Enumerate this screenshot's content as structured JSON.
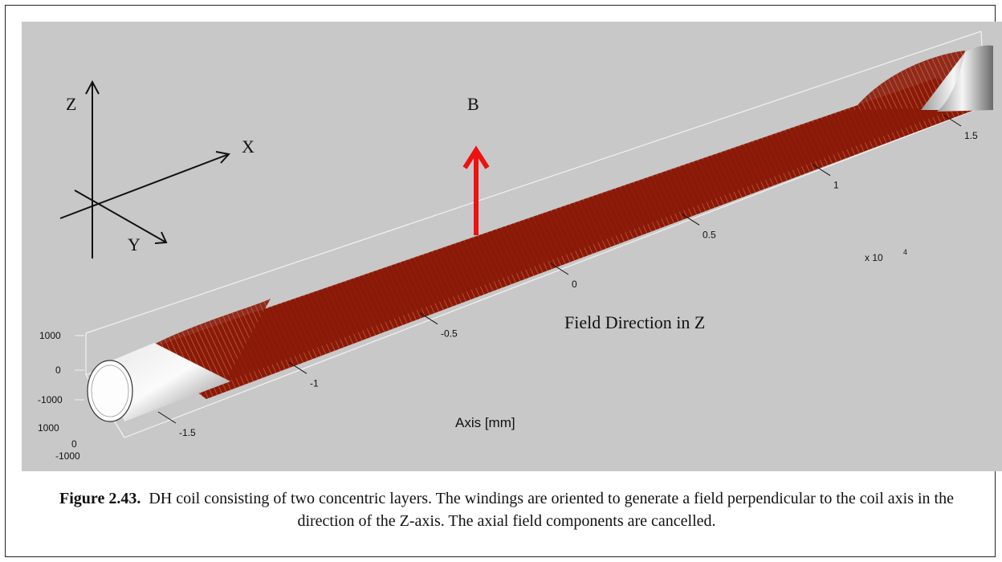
{
  "figure": {
    "label": "Figure 2.43.",
    "caption": "DH coil consisting of two concentric layers. The windings are oriented to generate a field perpendicular to the coil axis in the direction of the Z-axis. The axial field components are cancelled."
  },
  "coord_system": {
    "z": "Z",
    "x": "X",
    "y": "Y"
  },
  "field": {
    "label": "B",
    "direction_text": "Field Direction in Z",
    "arrow_color": "#ee1111"
  },
  "colors": {
    "coil": "#8a1a08",
    "winding": "#c85a3c",
    "tube_light": "#f4f4f4",
    "tube_dark": "#7a7a7a",
    "background": "#c8c8c8"
  },
  "chart_data": {
    "type": "3d-surface",
    "title": "",
    "xlabel": "Axis [mm]",
    "axis_multiplier": "x 10",
    "axis_multiplier_exp": "4",
    "axis_ticks": [
      {
        "value": -1.5,
        "label": "-1.5"
      },
      {
        "value": -1,
        "label": "-1"
      },
      {
        "value": -0.5,
        "label": "-0.5"
      },
      {
        "value": 0,
        "label": "0"
      },
      {
        "value": 0.5,
        "label": "0.5"
      },
      {
        "value": 1,
        "label": "1"
      },
      {
        "value": 1.5,
        "label": "1.5"
      }
    ],
    "z_ticks": [
      "1000",
      "0",
      "-1000"
    ],
    "y_ticks": [
      "1000",
      "0",
      "-1000"
    ],
    "axis_range": [
      -1.7,
      1.7
    ]
  }
}
